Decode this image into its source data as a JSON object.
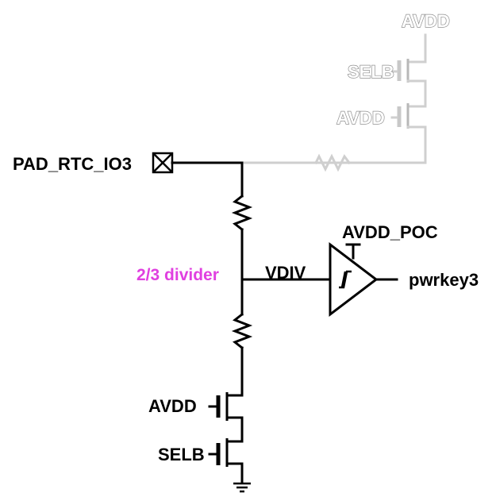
{
  "labels": {
    "pad": "PAD_RTC_IO3",
    "divider": "2/3 divider",
    "vdiv": "VDIV",
    "avdd_poc": "AVDD_POC",
    "output": "pwrkey3",
    "bottom_avdd": "AVDD",
    "bottom_selb": "SELB",
    "top_avdd_supply": "AVDD",
    "top_selb": "SELB",
    "top_avdd_gate": "AVDD"
  },
  "colors": {
    "wire": "#000000",
    "inactive_wire": "#cfcfcf",
    "divider_label": "#e040e0"
  },
  "icons": {
    "pad": "pad-x-box-icon",
    "ground": "ground-icon",
    "schmitt": "schmitt-trigger-icon"
  }
}
